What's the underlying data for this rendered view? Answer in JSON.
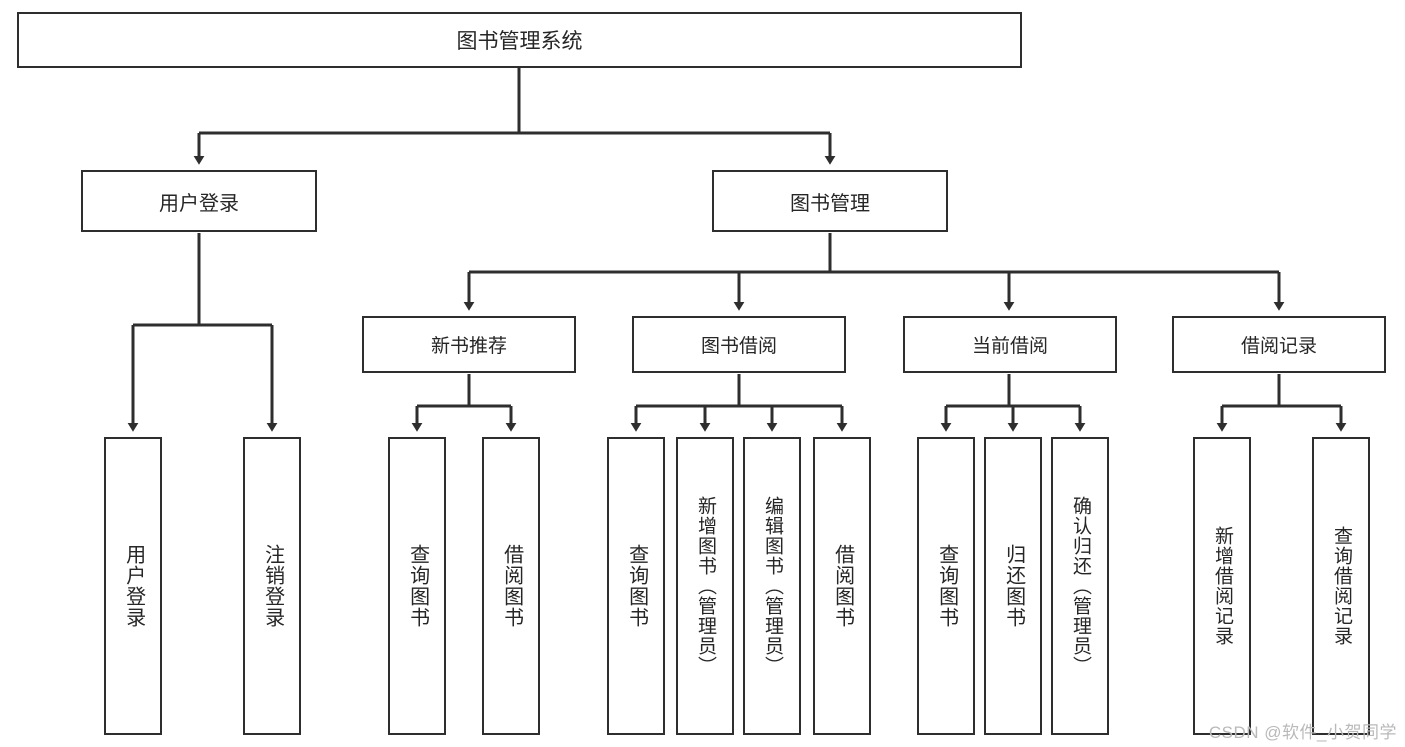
{
  "diagram": {
    "title": "图书管理系统",
    "type": "tree-hierarchy",
    "watermark": "CSDN @软件_小贺同学",
    "colors": {
      "box_border": "#2e2e2e",
      "box_fill": "#ffffff",
      "edge": "#2e2e2e",
      "text": "#262626",
      "watermark": "#b9b9b9",
      "background": "#ffffff"
    },
    "root": {
      "label": "图书管理系统"
    },
    "level2": [
      {
        "label": "用户登录"
      },
      {
        "label": "图书管理"
      }
    ],
    "level3": [
      {
        "label": "新书推荐"
      },
      {
        "label": "图书借阅"
      },
      {
        "label": "当前借阅"
      },
      {
        "label": "借阅记录"
      }
    ],
    "leaves": {
      "user_login": [
        {
          "label": "用户登录"
        },
        {
          "label": "注销登录"
        }
      ],
      "new_book_recommend": [
        {
          "label": "查询图书"
        },
        {
          "label": "借阅图书"
        }
      ],
      "book_borrow": [
        {
          "label": "查询图书"
        },
        {
          "label": "新增图书（管理员）"
        },
        {
          "label": "编辑图书（管理员）"
        },
        {
          "label": "借阅图书"
        }
      ],
      "current_borrow": [
        {
          "label": "查询图书"
        },
        {
          "label": "归还图书"
        },
        {
          "label": "确认归还（管理员）"
        }
      ],
      "borrow_record": [
        {
          "label": "新增借阅记录"
        },
        {
          "label": "查询借阅记录"
        }
      ]
    }
  }
}
